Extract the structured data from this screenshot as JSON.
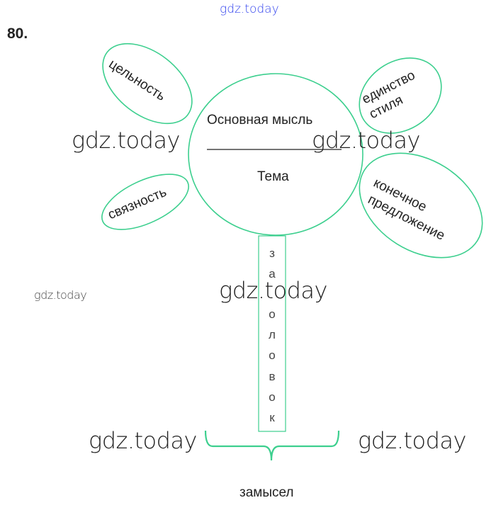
{
  "header": {
    "site_watermark": "gdz.today",
    "exercise_number": "80."
  },
  "diagram": {
    "center": {
      "main_idea": "Основная мысль",
      "topic": "Тема"
    },
    "petals": {
      "integrity": "цельность",
      "style_unity_1": "единство",
      "style_unity_2": "стиля",
      "coherence": "связность",
      "final_1": "конечное",
      "final_2": "предложение"
    },
    "stem_letters": [
      "з",
      "а",
      "о",
      "л",
      "о",
      "в",
      "о",
      "к"
    ],
    "bottom_label": "замысел",
    "color": "#3ccf8e"
  },
  "watermarks": [
    "gdz.today",
    "gdz.today",
    "gdz.today",
    "gdz.today",
    "gdz.today",
    "gdz.today"
  ]
}
